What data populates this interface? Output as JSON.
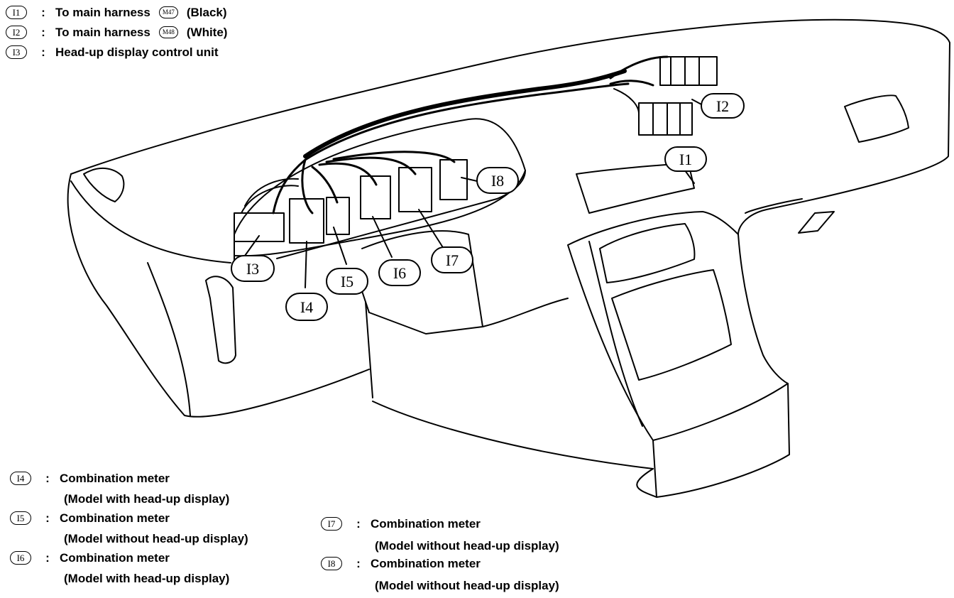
{
  "legend_top": [
    {
      "code": "I1",
      "colon": ":",
      "text": "To main harness",
      "sub": "M47",
      "suffix": "(Black)"
    },
    {
      "code": "I2",
      "colon": ":",
      "text": "To main harness",
      "sub": "M48",
      "suffix": "(White)"
    },
    {
      "code": "I3",
      "colon": ":",
      "text": "Head-up display control unit"
    }
  ],
  "legend_bottom_left": [
    {
      "code": "I4",
      "colon": ":",
      "line1": "Combination meter",
      "line2": "(Model with head-up display)"
    },
    {
      "code": "I5",
      "colon": ":",
      "line1": "Combination meter",
      "line2": "(Model without head-up display)"
    },
    {
      "code": "I6",
      "colon": ":",
      "line1": "Combination meter",
      "line2": "(Model with head-up display)"
    }
  ],
  "legend_bottom_right": [
    {
      "code": "I7",
      "colon": ":",
      "line1": "Combination meter",
      "line2": "(Model without head-up display)"
    },
    {
      "code": "I8",
      "colon": ":",
      "line1": "Combination meter",
      "line2": "(Model without head-up display)"
    }
  ],
  "callouts": [
    "I1",
    "I2",
    "I3",
    "I4",
    "I5",
    "I6",
    "I7",
    "I8"
  ]
}
